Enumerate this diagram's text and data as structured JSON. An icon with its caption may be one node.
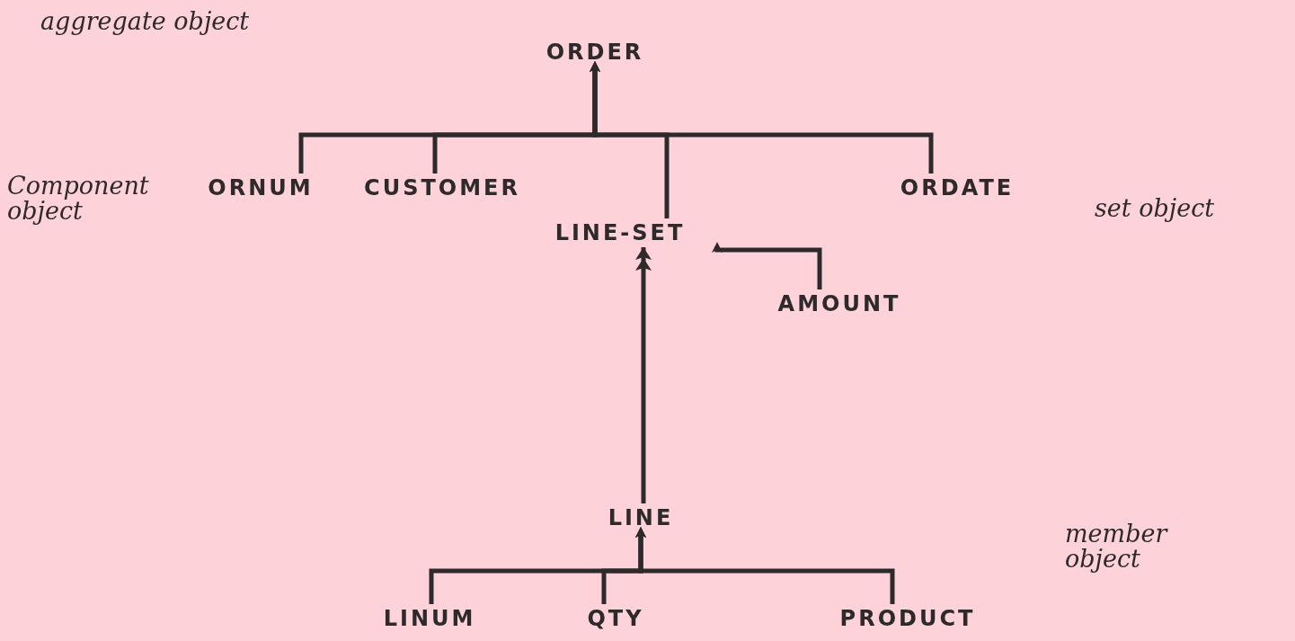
{
  "diagram": {
    "nodes": [
      {
        "text": [
          "ORDER"
        ]
      },
      {
        "text": [
          "ORNUM"
        ]
      },
      {
        "text": [
          "CUSTOMER"
        ]
      },
      {
        "text": [
          "LINE-SET"
        ]
      },
      {
        "text": [
          "ORDATE"
        ]
      },
      {
        "text": [
          "AMOUNT"
        ]
      },
      {
        "text": [
          "LINE"
        ]
      },
      {
        "text": [
          "LINUM"
        ]
      },
      {
        "text": [
          "QTY"
        ]
      },
      {
        "text": [
          "PRODUCT"
        ]
      }
    ],
    "edges": [
      {
        "from": 1,
        "to": 0,
        "arrow": "to"
      },
      {
        "from": 2,
        "to": 0,
        "arrow": "to"
      },
      {
        "from": 3,
        "to": 0,
        "arrow": "to"
      },
      {
        "from": 4,
        "to": 0,
        "arrow": "to"
      },
      {
        "from": 5,
        "to": 3,
        "arrow": "to"
      },
      {
        "from": 6,
        "to": 3,
        "arrow": "to"
      },
      {
        "from": 7,
        "to": 6,
        "arrow": "to"
      },
      {
        "from": 8,
        "to": 6,
        "arrow": "to"
      },
      {
        "from": 9,
        "to": 6,
        "arrow": "to"
      }
    ],
    "labels": [
      "aggregate object",
      "Component object",
      "set object",
      "member object"
    ]
  }
}
